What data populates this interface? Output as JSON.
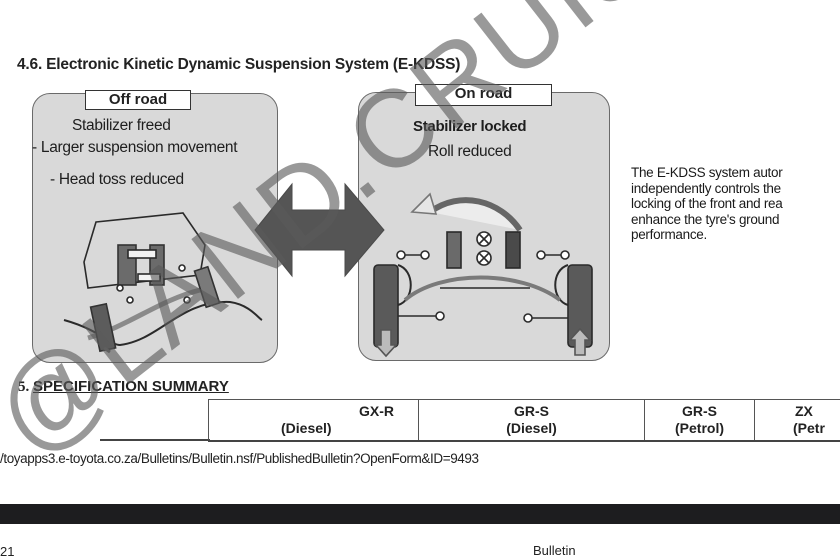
{
  "section_heading": "4.6. Electronic Kinetic Dynamic Suspension System (E-KDSS)",
  "off_road_panel": {
    "label": "Off road",
    "lines": [
      "Stabilizer freed",
      "- Larger suspension movement",
      "- Head toss reduced"
    ]
  },
  "on_road_panel": {
    "label": "On road",
    "lines": [
      "Stabilizer locked",
      "Roll reduced"
    ]
  },
  "mode_switch_icon": "double-headed-arrow",
  "description_lines": [
    "The E-KDSS system autor",
    "independently controls the",
    "locking of the front and rea",
    "enhance the tyre's ground",
    "performance."
  ],
  "spec_summary": {
    "number": "5.",
    "title": "SPECIFICATION SUMMARY",
    "columns": [
      {
        "model": "GX-R",
        "fuel": "(Diesel)"
      },
      {
        "model": "GR-S",
        "fuel": "(Diesel)"
      },
      {
        "model": "GR-S",
        "fuel": "(Petrol)"
      },
      {
        "model": "ZX",
        "fuel": "(Petr"
      }
    ]
  },
  "source_url": "/toyapps3.e-toyota.co.za/Bulletins/Bulletin.nsf/PublishedBulletin?OpenForm&ID=9493",
  "footer": {
    "page_fragment": "21",
    "center_label": "Bulletin"
  },
  "watermark": "@LAND.CRUISER",
  "colors": {
    "panel_fill": "#d9d9d9",
    "arrow_fill": "#555555",
    "dark_bar": "#1d1d1f"
  }
}
